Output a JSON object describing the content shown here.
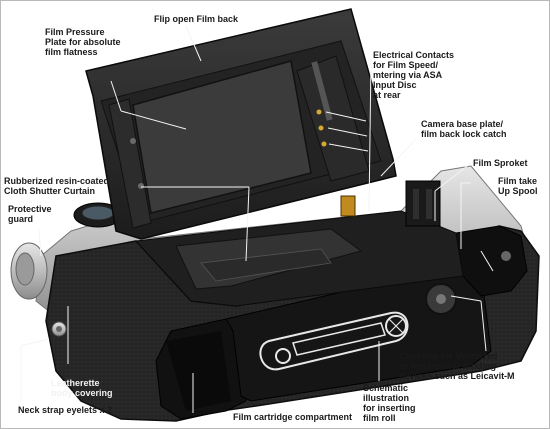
{
  "labels": {
    "flip_open_film_back": "Flip open Film back",
    "film_pressure_plate": [
      "Film Pressure",
      "Plate for absolute",
      "film flatness"
    ],
    "electrical_contacts": [
      "Electrical Contacts",
      "for Film Speed/",
      "mtering via ASA",
      "Input Disc",
      "at rear"
    ],
    "camera_base_plate": [
      "Camera base plate/",
      "film back lock catch"
    ],
    "rubberized_curtain": [
      "Rubberized resin-coated",
      "Cloth Shutter Curtain"
    ],
    "film_sprocket": "Film Sproket",
    "film_take_up_spool": [
      "Film take",
      "Up Spool"
    ],
    "protective_guard": [
      "Protective",
      "guard"
    ],
    "coupling": [
      "Coupling for Motorized",
      "or mechanical winding",
      "devices such as Leicavit-M"
    ],
    "schematic_illustration": [
      "Schematic",
      "illustration",
      "for inserting",
      "film roll"
    ],
    "leatherette_covering": [
      "Leatherette",
      "body covering"
    ],
    "neck_strap_eyelets": "Neck strap eyelets x 2",
    "film_cartridge_compartment": "Film cartridge compartment"
  },
  "colors": {
    "leatherette": "#2a2a2a",
    "chrome": "#c9c9c9",
    "film_back": "#262626",
    "pressure_plate": "#3a3a3a",
    "contact_gold": "#d8a932",
    "leader_line": "#f4f4f4"
  }
}
